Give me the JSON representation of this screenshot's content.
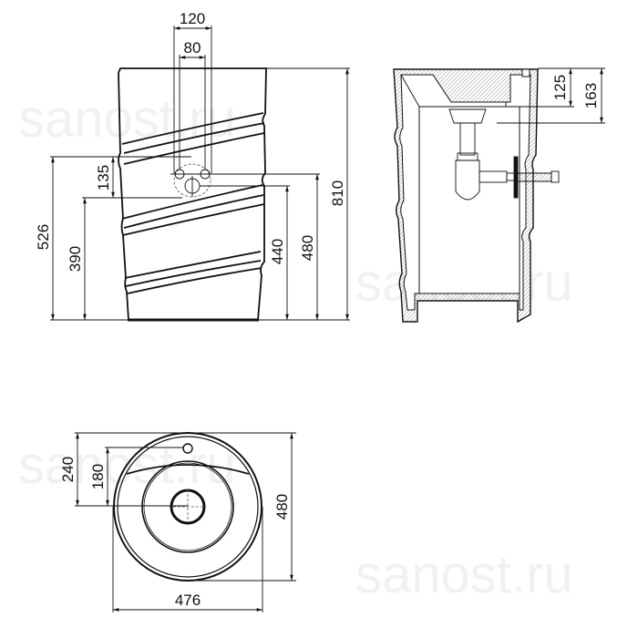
{
  "watermark": "sanost.ru",
  "front_view": {
    "dimensions": {
      "top_outer": "120",
      "top_inner": "80",
      "overall_height": "810",
      "outlet_height": "480",
      "drain_height": "440",
      "pipe_upper_height": "526",
      "pipe_lower_height": "390",
      "pipe_span": "135"
    }
  },
  "side_view": {
    "dimensions": {
      "bowl_depth": "125",
      "drain_depth": "163"
    }
  },
  "top_view": {
    "dimensions": {
      "tap_offset": "240",
      "drain_offset": "180",
      "depth": "480",
      "width": "476"
    }
  }
}
